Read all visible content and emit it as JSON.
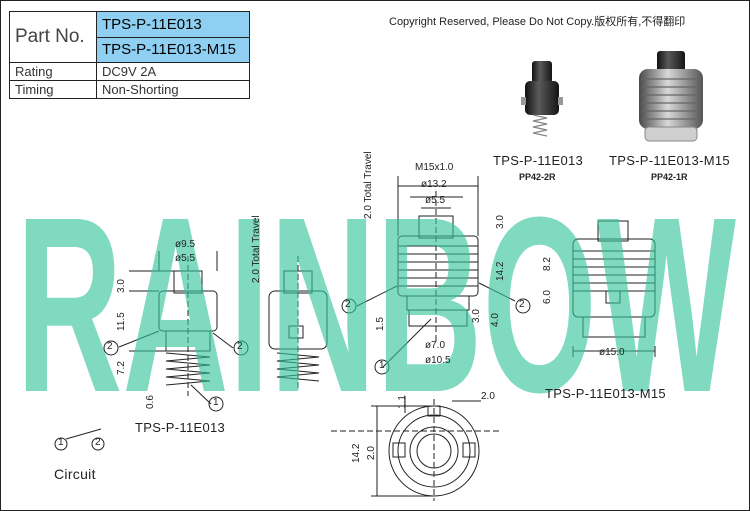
{
  "spec_table": {
    "part_no_label": "Part No.",
    "part_numbers": [
      "TPS-P-11E013",
      "TPS-P-11E013-M15"
    ],
    "rating_label": "Rating",
    "rating_value": "DC9V 2A",
    "timing_label": "Timing",
    "timing_value": "Non-Shorting"
  },
  "copyright": "Copyright Reserved, Please Do Not Copy.版权所有,不得翻印",
  "watermark": "RAINBOW",
  "products": [
    {
      "name": "TPS-P-11E013",
      "code": "PP42-2R"
    },
    {
      "name": "TPS-P-11E013-M15",
      "code": "PP42-1R"
    }
  ],
  "drawing_labels": {
    "small_model": "TPS-P-11E013",
    "large_model": "TPS-P-11E013-M15",
    "circuit": "Circuit"
  },
  "markers": {
    "one": "1",
    "two": "2"
  },
  "dims": {
    "total_travel_1": "2.0 Total Travel",
    "total_travel_2": "2.0 Total Travel",
    "d95": "ø9.5",
    "d55a": "ø5.5",
    "v30a": "3.0",
    "v115": "11.5",
    "v72": "7.2",
    "v06": "0.6",
    "thread": "M15x1.0",
    "d132": "ø13.2",
    "d55b": "ø5.5",
    "v30b": "3.0",
    "v142a": "14.2",
    "v15": "1.5",
    "v30c": "3.0",
    "v40": "4.0",
    "d70": "ø7.0",
    "d105": "ø10.5",
    "v82": "8.2",
    "v60": "6.0",
    "d150": "ø15.0",
    "h11": "1.1",
    "h20": "2.0",
    "v142b": "14.2",
    "v20": "2.0"
  }
}
